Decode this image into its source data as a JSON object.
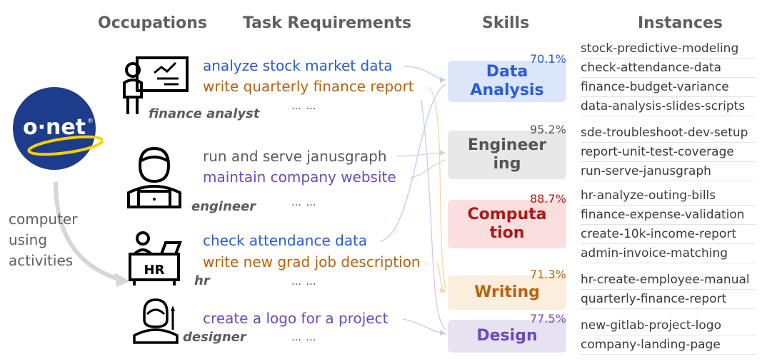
{
  "headers": {
    "occupations": "Occupations",
    "tasks": "Task Requirements",
    "skills": "Skills",
    "instances": "Instances"
  },
  "logo": {
    "text": "o·net",
    "reg": "®"
  },
  "side_label": [
    "computer",
    "using",
    "activities"
  ],
  "ellipsis": "… …",
  "occupations": [
    {
      "name": "finance analyst",
      "icon": "presentation-chart-icon",
      "tasks": [
        {
          "text": "analyze stock market data",
          "color": "#2a5bd7"
        },
        {
          "text": "write quarterly finance report",
          "color": "#b8620c"
        }
      ]
    },
    {
      "name": "engineer",
      "icon": "engineer-laptop-icon",
      "tasks": [
        {
          "text": "run and serve janusgraph",
          "color": "#5a5a5a"
        },
        {
          "text": "maintain company website",
          "color": "#6a4bb8"
        }
      ]
    },
    {
      "name": "hr",
      "icon": "hr-desk-icon",
      "tasks": [
        {
          "text": "check attendance data",
          "color": "#2a5bd7"
        },
        {
          "text": "write new grad job description",
          "color": "#b8620c"
        }
      ]
    },
    {
      "name": "designer",
      "icon": "designer-person-icon",
      "tasks": [
        {
          "text": "create a logo for a project",
          "color": "#6a4bb8"
        }
      ]
    }
  ],
  "skills": [
    {
      "line1": "Data",
      "line2": "Analysis",
      "pct": "70.1%",
      "bg": "#dbe6fb",
      "fg": "#2a5bd7",
      "pct_color": "#2a5bd7",
      "instances": [
        "stock-predictive-modeling",
        "check-attendance-data",
        "finance-budget-variance",
        "data-analysis-slides-scripts"
      ]
    },
    {
      "line1": "Engineer",
      "line2": "ing",
      "pct": "95.2%",
      "bg": "#e8e8e8",
      "fg": "#555555",
      "pct_color": "#555555",
      "instances": [
        "sde-troubleshoot-dev-setup",
        "report-unit-test-coverage",
        "run-serve-janusgraph"
      ]
    },
    {
      "line1": "Computa",
      "line2": "tion",
      "pct": "88.7%",
      "bg": "#fbdede",
      "fg": "#b01818",
      "pct_color": "#b01818",
      "instances": [
        "hr-analyze-outing-bills",
        "finance-expense-validation",
        "create-10k-income-report",
        "admin-invoice-matching"
      ]
    },
    {
      "line1": "Writing",
      "line2": "",
      "pct": "71.3%",
      "bg": "#fbeedd",
      "fg": "#b8620c",
      "pct_color": "#b8620c",
      "instances": [
        "hr-create-employee-manual",
        "quarterly-finance-report"
      ]
    },
    {
      "line1": "Design",
      "line2": "",
      "pct": "77.5%",
      "bg": "#e7e1f1",
      "fg": "#6a4bb8",
      "pct_color": "#6a4bb8",
      "instances": [
        "new-gitlab-project-logo",
        "company-landing-page"
      ]
    }
  ]
}
